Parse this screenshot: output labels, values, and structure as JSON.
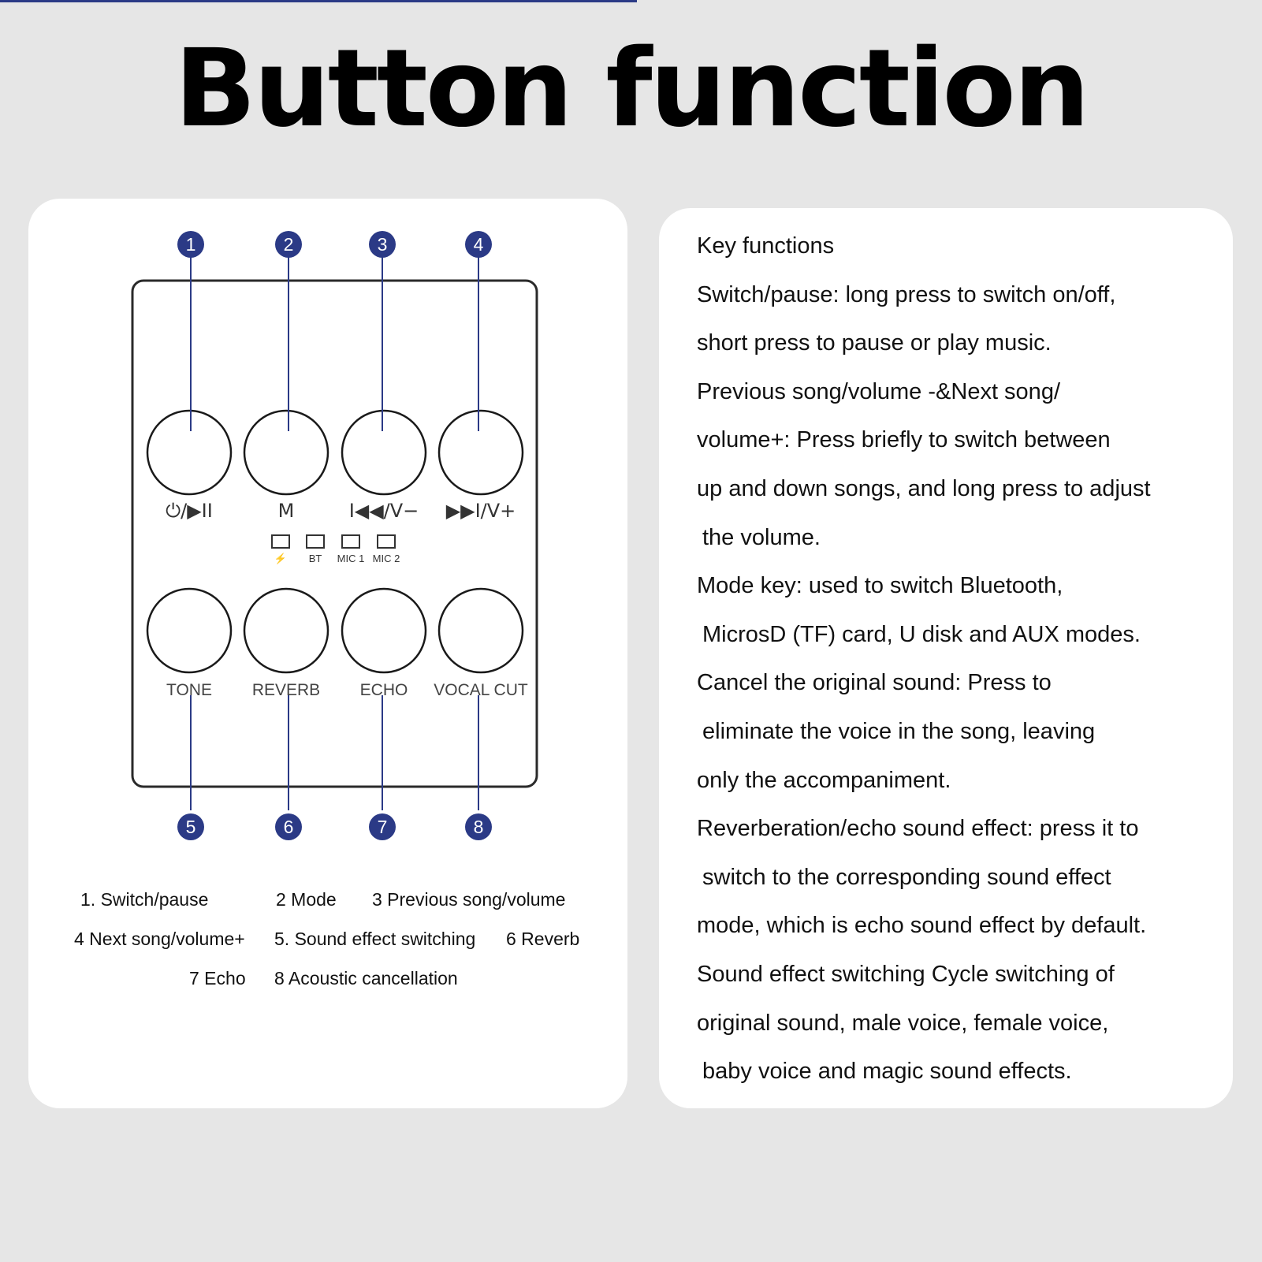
{
  "title": "Button function",
  "diagram": {
    "callouts_top": [
      "1",
      "2",
      "3",
      "4"
    ],
    "callouts_bottom": [
      "5",
      "6",
      "7",
      "8"
    ],
    "top_button_labels": [
      "⏻/▶II",
      "M",
      "I◀◀/V−",
      "▶▶I/V+"
    ],
    "bottom_button_labels": [
      "TONE",
      "REVERB",
      "ECHO",
      "VOCAL CUT"
    ],
    "indicators": [
      "⚡",
      "BT",
      "MIC 1",
      "MIC 2"
    ],
    "accent_color": "#2b3a86"
  },
  "legend": {
    "row1": [
      "1. Switch/pause",
      "2 Mode",
      "3 Previous song/volume"
    ],
    "row2": [
      "4 Next song/volume+",
      "5. Sound effect switching",
      "6 Reverb"
    ],
    "row3": [
      "7 Echo",
      "8 Acoustic cancellation"
    ]
  },
  "key_functions": {
    "heading": "Key functions",
    "lines": [
      "Switch/pause: long press to switch on/off,",
      "short press to pause or play music.",
      "Previous song/volume -&Next song/",
      "volume+: Press briefly to switch between",
      "up and down songs, and long press to adjust",
      "the volume.",
      "Mode key: used to switch Bluetooth,",
      "MicrosD (TF) card, U disk and AUX modes.",
      "Cancel the original sound: Press to",
      "eliminate the voice in the song, leaving",
      "only the accompaniment.",
      "Reverberation/echo sound effect: press it to",
      "switch to the corresponding sound effect",
      "mode, which is echo sound effect by default.",
      "Sound effect switching Cycle switching of",
      "original sound, male voice, female voice,",
      "baby voice and magic sound effects."
    ]
  }
}
